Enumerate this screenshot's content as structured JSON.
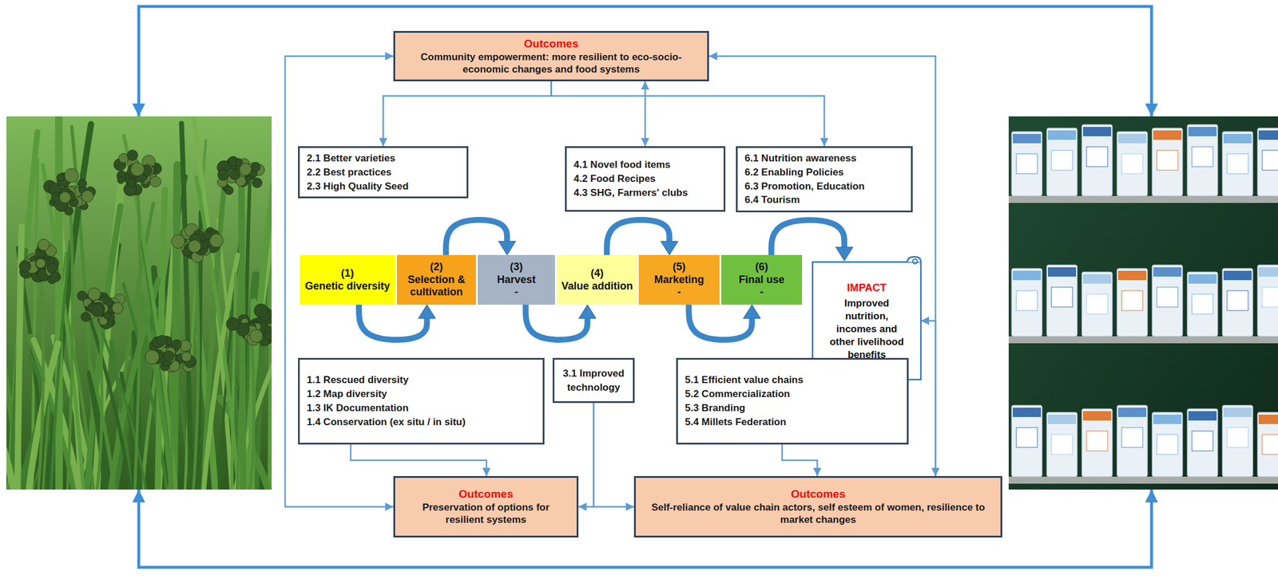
{
  "diagram": {
    "nodes": [
      {
        "text": [
          "Outcomes",
          "Community empowerment: more resilient to eco-socio-economic changes and food systems"
        ]
      },
      {
        "text": [
          "2.1 Better varieties",
          "2.2 Best practices",
          "2.3 High Quality Seed"
        ]
      },
      {
        "text": [
          "4.1 Novel food items",
          "4.2 Food Recipes",
          "4.3 SHG, Farmers' clubs"
        ]
      },
      {
        "text": [
          "6.1 Nutrition awareness",
          "6.2 Enabling Policies",
          "6.3 Promotion, Education",
          "6.4 Tourism"
        ]
      },
      {
        "text": [
          "(1)",
          "Genetic diversity"
        ]
      },
      {
        "text": [
          "(2)",
          "Selection & cultivation"
        ]
      },
      {
        "text": [
          "(3)",
          "Harvest",
          "-"
        ]
      },
      {
        "text": [
          "(4)",
          "Value addition"
        ]
      },
      {
        "text": [
          "(5)",
          "Marketing",
          "-"
        ]
      },
      {
        "text": [
          "(6)",
          "Final use",
          "-"
        ]
      },
      {
        "text": [
          "IMPACT",
          "Improved nutrition, incomes and other livelihood benefits"
        ]
      },
      {
        "text": [
          "1.1 Rescued diversity",
          "1.2 Map diversity",
          "1.3 IK Documentation",
          "1.4 Conservation (ex situ / in situ)"
        ]
      },
      {
        "text": [
          "3.1 Improved technology"
        ]
      },
      {
        "text": [
          "5.1 Efficient value chains",
          "5.2 Commercialization",
          "5.3 Branding",
          "5.4 Millets Federation"
        ]
      },
      {
        "text": [
          "Outcomes",
          "Preservation of options for resilient systems"
        ]
      },
      {
        "text": [
          "Outcomes",
          "Self-reliance of value chain actors, self esteem of women, resilience to market changes"
        ]
      }
    ],
    "edges": [
      {
        "from": 0,
        "to": 1,
        "arrow": "to"
      },
      {
        "from": 0,
        "to": 2,
        "arrow": "both"
      },
      {
        "from": 0,
        "to": 3,
        "arrow": "to"
      },
      {
        "from": 0,
        "to": 14,
        "arrow": "both"
      },
      {
        "from": 15,
        "to": 0,
        "arrow": "both"
      },
      {
        "from": 15,
        "to": 10,
        "arrow": "to"
      },
      {
        "from": 11,
        "to": 14,
        "arrow": "to"
      },
      {
        "from": 12,
        "to": 14,
        "arrow": "to"
      },
      {
        "from": 12,
        "to": 15,
        "arrow": "to"
      },
      {
        "from": 13,
        "to": 15,
        "arrow": "to"
      },
      {
        "from": 4,
        "to": 5,
        "arrow": "to"
      },
      {
        "from": 5,
        "to": 6,
        "arrow": "to"
      },
      {
        "from": 6,
        "to": 7,
        "arrow": "to"
      },
      {
        "from": 7,
        "to": 8,
        "arrow": "to"
      },
      {
        "from": 8,
        "to": 9,
        "arrow": "to"
      },
      {
        "from": 9,
        "to": 10,
        "arrow": "to"
      }
    ]
  }
}
